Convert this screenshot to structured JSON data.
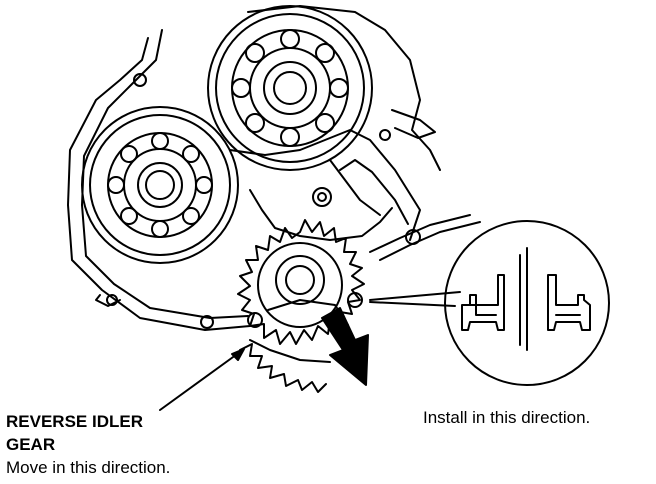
{
  "labels": {
    "gear_line1": "REVERSE IDLER",
    "gear_line2": "GEAR",
    "move_direction": "Move in this direction.",
    "install_direction": "Install in this direction."
  },
  "colors": {
    "ink": "#000000",
    "paper": "#ffffff"
  }
}
